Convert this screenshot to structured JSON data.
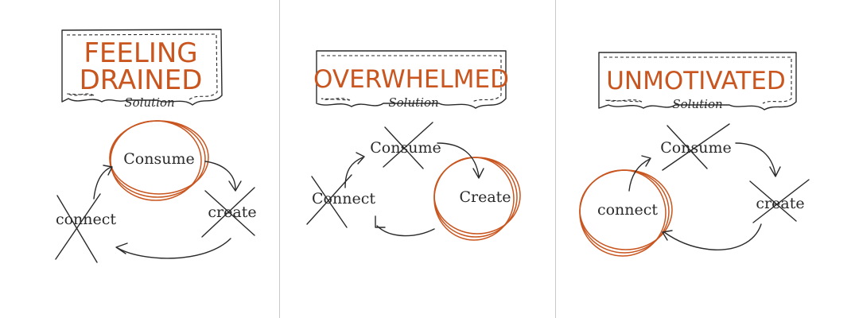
{
  "colors": {
    "accent": "#c9551f",
    "ink": "#2a2a2a",
    "divider": "#c9c9c9"
  },
  "panels": [
    {
      "title_line1": "FEELING",
      "title_line2": "DRAINED",
      "subtitle": "Solution",
      "consume": "Consume",
      "connect": "connect",
      "create": "create"
    },
    {
      "title": "OVERWHELMED",
      "subtitle": "Solution",
      "consume": "Consume",
      "connect": "Connect",
      "create": "Create"
    },
    {
      "title": "UNMOTIVATED",
      "subtitle": "Solution",
      "consume": "Consume",
      "connect": "connect",
      "create": "create"
    }
  ]
}
